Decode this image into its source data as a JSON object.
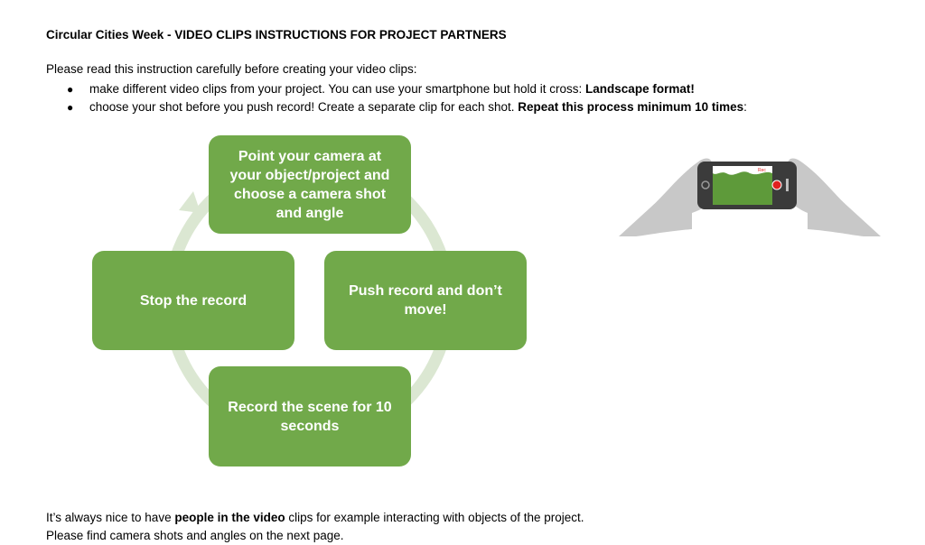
{
  "doc": {
    "title": "Circular Cities Week - VIDEO CLIPS INSTRUCTIONS FOR PROJECT PARTNERS",
    "intro": "Please read this instruction carefully before creating your video clips:",
    "bullets": [
      {
        "marker": "●",
        "text": "make different video clips from your project. You can use your smartphone but hold it cross: ",
        "bold": "Landscape format!",
        "after": ""
      },
      {
        "marker": "●",
        "text": "choose your shot before you push record! Create a separate clip for each shot. ",
        "bold": "Repeat this process minimum 10 times",
        "after": ":"
      }
    ]
  },
  "cycle": {
    "steps": [
      {
        "label": "Point your camera at your object/project and choose a camera shot and angle"
      },
      {
        "label": "Push record and don’t move!"
      },
      {
        "label": "Record the scene for 10 seconds"
      },
      {
        "label": "Stop the record"
      }
    ],
    "colors": {
      "box": "#71a94a",
      "arrow": "#dbe7d2"
    }
  },
  "illustration": {
    "icon": "hands-holding-smartphone-landscape-icon",
    "rec_label": "Rec",
    "colors": {
      "hands": "#c8c8c8",
      "phone": "#3b3b3b",
      "screen": "#5e9a3a",
      "record": "#e02020"
    }
  },
  "footer": {
    "line1_pre": "It’s always nice to have ",
    "line1_bold": "people in the video",
    "line1_post": " clips for example interacting with objects of the project.",
    "line2": "Please find camera shots and angles on the next page."
  }
}
